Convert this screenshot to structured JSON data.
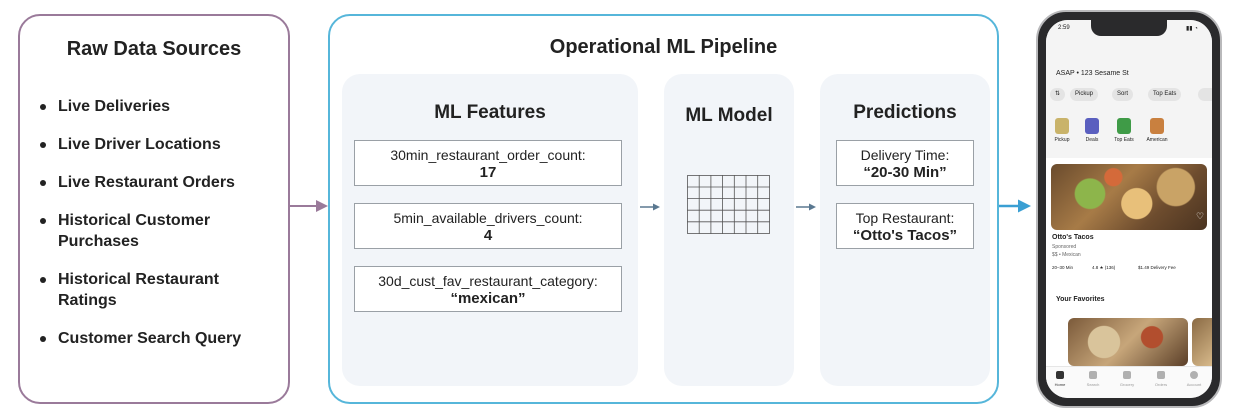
{
  "raw_sources": {
    "title": "Raw Data Sources",
    "items": [
      "Live Deliveries",
      "Live Driver Locations",
      "Live Restaurant Orders",
      "Historical Customer Purchases",
      "Historical Restaurant Ratings",
      "Customer Search Query"
    ]
  },
  "pipeline": {
    "title": "Operational ML Pipeline",
    "features": {
      "title": "ML Features",
      "items": [
        {
          "name": "30min_restaurant_order_count:",
          "value": "17"
        },
        {
          "name": "5min_available_drivers_count:",
          "value": "4"
        },
        {
          "name": "30d_cust_fav_restaurant_category:",
          "value": "“mexican”"
        }
      ]
    },
    "model": {
      "title": "ML Model"
    },
    "predictions": {
      "title": "Predictions",
      "items": [
        {
          "name": "Delivery Time:",
          "value": "“20-30 Min”"
        },
        {
          "name": "Top Restaurant:",
          "value": "“Otto's Tacos”"
        }
      ]
    }
  },
  "phone": {
    "time": "2:59",
    "address": "ASAP • 123 Sesame St",
    "filters": [
      "Pickup",
      "Sort",
      "Top Eats"
    ],
    "categories": [
      {
        "label": "Pickup",
        "color": "#c9b36a"
      },
      {
        "label": "Deals",
        "color": "#5a5fbf"
      },
      {
        "label": "Top Eats",
        "color": "#3f9b47"
      },
      {
        "label": "American",
        "color": "#c9803f"
      }
    ],
    "restaurant": {
      "name": "Otto's Tacos",
      "sponsored": "Sponsored",
      "meta": "$$ • Mexican",
      "eta": "20–30 Min",
      "rating": "4.8 ★ (136)",
      "fee": "$1.49 Delivery Fee"
    },
    "section": "Your Favorites",
    "nav": [
      "Home",
      "Search",
      "Grocery",
      "Orders",
      "Account"
    ]
  },
  "colors": {
    "raw_border": "#9a7a9a",
    "pipeline_border": "#56b6da",
    "arrow_purple": "#9a7a9a",
    "arrow_blue": "#3a9fd3"
  }
}
